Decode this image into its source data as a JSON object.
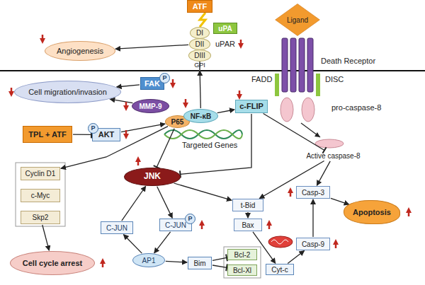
{
  "diagram": {
    "nodes": [
      {
        "text": [
          "ATF"
        ]
      },
      {
        "text": [
          "uPA"
        ]
      },
      {
        "text": [
          "DI"
        ]
      },
      {
        "text": [
          "DII"
        ]
      },
      {
        "text": [
          "DIII"
        ]
      },
      {
        "text": [
          "GPI"
        ]
      },
      {
        "text": [
          "Angiogenesis"
        ]
      },
      {
        "text": [
          "Ligand"
        ]
      },
      {
        "text": [
          "FAK"
        ]
      },
      {
        "text": [
          "Cell migration/invasion"
        ]
      },
      {
        "text": [
          "MMP-9"
        ]
      },
      {
        "text": [
          "P65"
        ]
      },
      {
        "text": [
          "NF-κB"
        ]
      },
      {
        "text": [
          "TPL + ATF"
        ]
      },
      {
        "text": [
          "AKT"
        ]
      },
      {
        "text": [
          "c-FLIP"
        ]
      },
      {
        "text": [
          "Active caspase-8"
        ]
      },
      {
        "text": [
          "Cyclin D1"
        ]
      },
      {
        "text": [
          "c-Myc"
        ]
      },
      {
        "text": [
          "Skp2"
        ]
      },
      {
        "text": [
          "JNK"
        ]
      },
      {
        "text": [
          "t-Bid"
        ]
      },
      {
        "text": [
          "Bax"
        ]
      },
      {
        "text": [
          "Casp-3"
        ]
      },
      {
        "text": [
          "Casp-9"
        ]
      },
      {
        "text": [
          "Apoptosis"
        ]
      },
      {
        "text": [
          "Cell cycle arrest"
        ]
      },
      {
        "text": [
          "C-JUN"
        ]
      },
      {
        "text": [
          "C-JUN"
        ]
      },
      {
        "text": [
          "AP1"
        ]
      },
      {
        "text": [
          "Bim"
        ]
      },
      {
        "text": [
          "Bcl-2"
        ]
      },
      {
        "text": [
          "Bcl-Xl"
        ]
      },
      {
        "text": [
          "Cyt-c"
        ]
      }
    ],
    "edges": [
      {
        "from": 3,
        "to": 6,
        "arrow": "to"
      },
      {
        "from": 12,
        "to": 5,
        "arrow": "to"
      },
      {
        "from": 8,
        "to": 9,
        "arrow": "to"
      },
      {
        "from": 10,
        "to": 9,
        "arrow": "to"
      },
      {
        "from": 13,
        "to": 14,
        "arrow": "none"
      },
      {
        "from": 14,
        "to": 11,
        "arrow": "to"
      },
      {
        "from": 12,
        "to": 15,
        "arrow": "to"
      },
      {
        "from": 15,
        "to": 16,
        "arrow": "none"
      },
      {
        "from": 11,
        "to": 17,
        "arrow": "to"
      },
      {
        "from": 11,
        "to": 20,
        "arrow": "none"
      },
      {
        "from": 19,
        "to": 26,
        "arrow": "to"
      },
      {
        "from": 15,
        "to": 20,
        "arrow": "none"
      },
      {
        "from": 20,
        "to": 21,
        "arrow": "to"
      },
      {
        "from": 16,
        "to": 21,
        "arrow": "to"
      },
      {
        "from": 16,
        "to": 23,
        "arrow": "to"
      },
      {
        "from": 21,
        "to": 22,
        "arrow": "to"
      },
      {
        "from": 22,
        "to": 33,
        "arrow": "to"
      },
      {
        "from": 33,
        "to": 24,
        "arrow": "to"
      },
      {
        "from": 24,
        "to": 23,
        "arrow": "to"
      },
      {
        "from": 23,
        "to": 25,
        "arrow": "to"
      },
      {
        "from": 27,
        "to": 20,
        "arrow": "to"
      },
      {
        "from": 20,
        "to": 28,
        "arrow": "to"
      },
      {
        "from": 28,
        "to": 29,
        "arrow": "to"
      },
      {
        "from": 29,
        "to": 27,
        "arrow": "to"
      },
      {
        "from": 29,
        "to": 30,
        "arrow": "to"
      },
      {
        "from": 30,
        "to": 31,
        "arrow": "none"
      },
      {
        "from": 30,
        "to": 32,
        "arrow": "none"
      }
    ],
    "labels": [
      "uPAR",
      "Death Receptor",
      "P",
      "FADD",
      "DISC",
      "pro-caspase-8",
      "P",
      "Targeted Genes",
      "P"
    ]
  }
}
